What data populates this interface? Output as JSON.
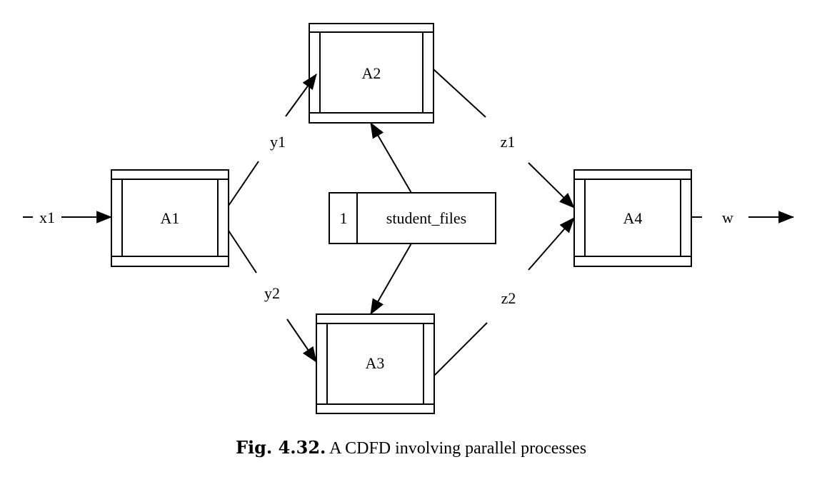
{
  "diagram": {
    "processes": [
      {
        "id": "A1",
        "label": "A1"
      },
      {
        "id": "A2",
        "label": "A2"
      },
      {
        "id": "A3",
        "label": "A3"
      },
      {
        "id": "A4",
        "label": "A4"
      }
    ],
    "store": {
      "number": "1",
      "name": "student_files"
    },
    "flows": {
      "x1": "x1",
      "y1": "y1",
      "y2": "y2",
      "z1": "z1",
      "z2": "z2",
      "w": "w"
    }
  },
  "caption": {
    "number": "Fig. 4.32.",
    "text": "A CDFD involving parallel processes"
  }
}
